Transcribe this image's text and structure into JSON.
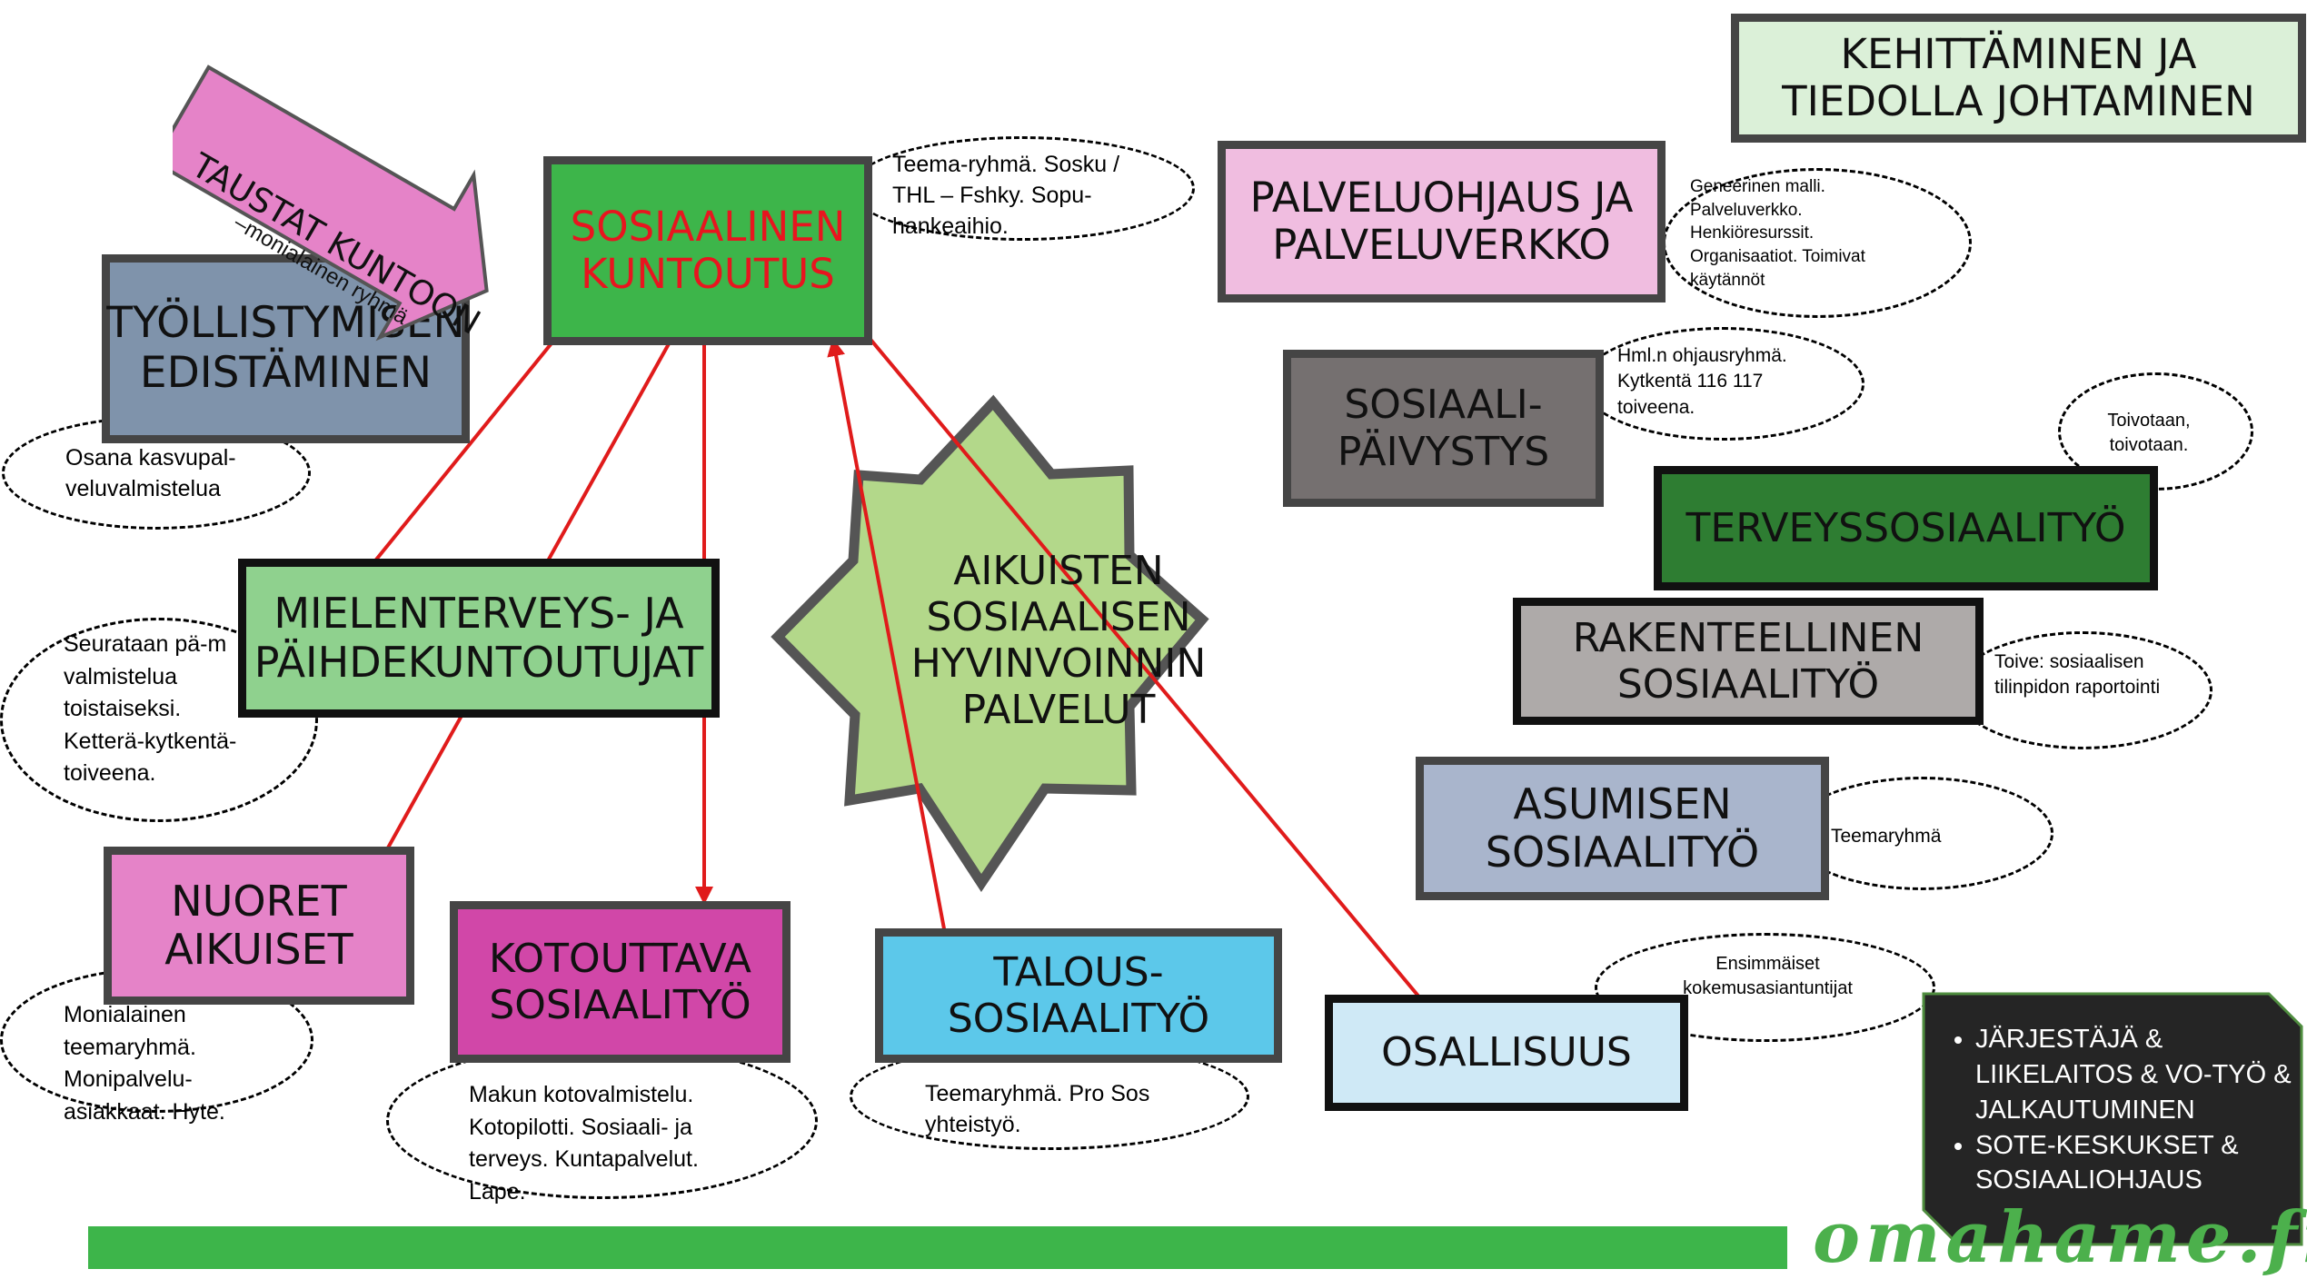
{
  "colors": {
    "arrow": "#e01b1b",
    "green_bar": "#3db54a",
    "star_fill": "#b3d88a",
    "logo": "#4cb04c"
  },
  "center": {
    "label": "AIKUISTEN SOSIAALISEN HYVINVOINNIN PALVELUT"
  },
  "taustat_arrow": {
    "label": "TAUSTAT KUNTOON",
    "sub": "–monialainen ryhmä"
  },
  "boxes": {
    "sosiaalinen_kuntoutus": "SOSIAALINEN KUNTOUTUS",
    "tyollistymisen": "TYÖLLISTYMISEN EDISTÄMINEN",
    "mielenterveys": "MIELENTERVEYS- JA PÄIHDEKUNTOUTUJAT",
    "nuoret": "NUORET AIKUISET",
    "kotouttava": "KOTOUTTAVA SOSIAALITYÖ",
    "talous": "TALOUS-SOSIAALITYÖ",
    "osallisuus": "OSALLISUUS",
    "palveluohjaus": "PALVELUOHJAUS JA PALVELUVERKKO",
    "paivystys": "SOSIAALI-PÄIVYSTYS",
    "terveys": "TERVEYSSOSIAALITYÖ",
    "rakenteellinen": "RAKENTEELLINEN SOSIAALITYÖ",
    "asumisen": "ASUMISEN SOSIAALITYÖ",
    "kehittaminen": "KEHITTÄMINEN JA TIEDOLLA JOHTAMINEN"
  },
  "notes": {
    "sosiaalinen_kuntoutus": "Teema-ryhmä. Sosku / THL – Fshky. Sopu-hankeaihio.",
    "tyollistymisen": "Osana kasvupal-veluvalmistelua",
    "mielenterveys": "Seurataan pä-m valmistelua toistaiseksi. Ketterä-kytkentä-toiveena.",
    "nuoret": "Monialainen teemaryhmä. Monipalvelu-asiakkaat. Hyte.",
    "kotouttava": "Makun kotovalmistelu. Kotopilotti. Sosiaali- ja terveys. Kuntapalvelut. Lape.",
    "talous": "Teemaryhmä. Pro Sos yhteistyö.",
    "osallisuus": "Ensimmäiset kokemusasiantuntijat",
    "palveluohjaus": "Geneerinen malli. Palveluverkko. Henkiöresurssit. Organisaatiot. Toimivat käytännöt",
    "paivystys": "Hml.n ohjausryhmä. Kytkentä 116 117 toiveena.",
    "terveys": "Toivotaan, toivotaan.",
    "rakenteellinen": "Toive: sosiaalisen tilinpidon raportointi",
    "asumisen": "Teemaryhmä"
  },
  "bottom_box": {
    "items": [
      "JÄRJESTÄJÄ & LIIKELAITOS & VO-TYÖ & JALKAUTUMINEN",
      "SOTE-KESKUKSET & SOSIAALIOHJAUS"
    ]
  },
  "logo": {
    "text": "omahame.fi"
  }
}
